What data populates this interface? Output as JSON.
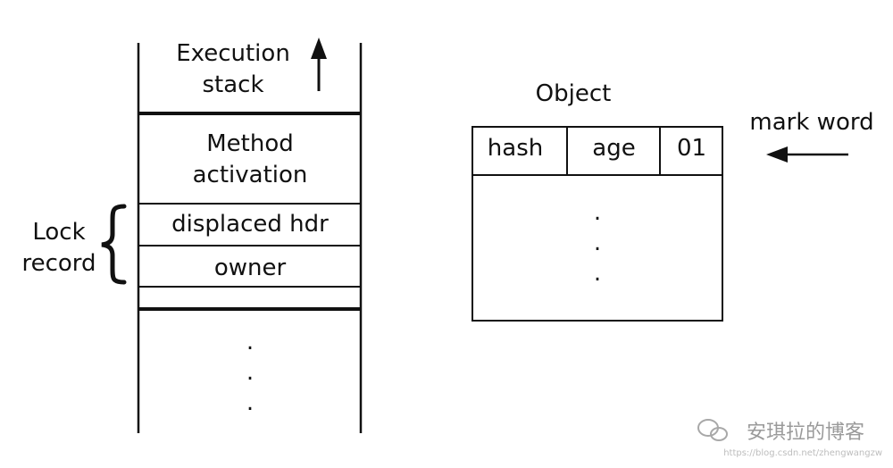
{
  "stack": {
    "title_line1": "Execution",
    "title_line2": "stack",
    "method_line1": "Method",
    "method_line2": "activation",
    "displaced": "displaced hdr",
    "owner": "owner",
    "dots": ".",
    "lock_line1": "Lock",
    "lock_line2": "record"
  },
  "object": {
    "title": "Object",
    "hash": "hash",
    "age": "age",
    "bits": "01",
    "dots": ".",
    "mark_word": "mark word"
  },
  "watermark": {
    "text": "安琪拉的博客",
    "url": "https://blog.csdn.net/zhengwangzw"
  }
}
